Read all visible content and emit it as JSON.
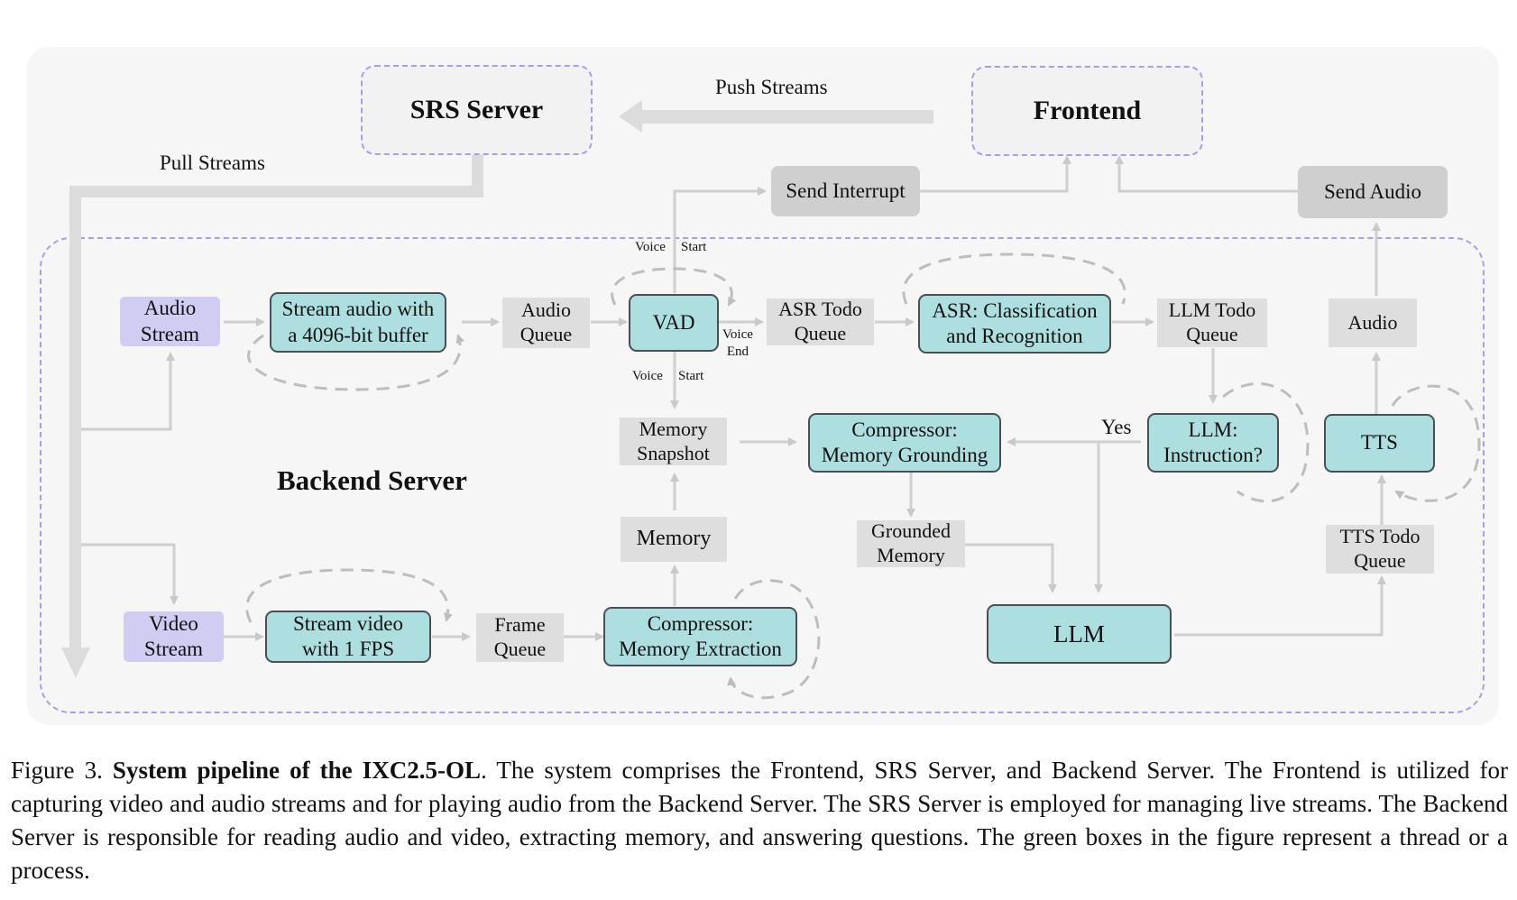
{
  "diagram": {
    "srs_server": "SRS Server",
    "frontend": "Frontend",
    "backend_server": "Backend Server",
    "push_streams": "Push Streams",
    "pull_streams": "Pull Streams",
    "send_interrupt": "Send Interrupt",
    "send_audio": "Send Audio",
    "audio_stream": "Audio\nStream",
    "video_stream": "Video\nStream",
    "stream_audio": "Stream audio with\na 4096-bit buffer",
    "stream_video": "Stream video\nwith 1 FPS",
    "audio_queue": "Audio\nQueue",
    "frame_queue": "Frame\nQueue",
    "vad": "VAD",
    "asr_todo_queue": "ASR Todo\nQueue",
    "asr": "ASR: Classification\nand Recognition",
    "llm_todo_queue": "LLM Todo\nQueue",
    "audio": "Audio",
    "memory_snapshot": "Memory\nSnapshot",
    "compressor_grounding": "Compressor:\nMemory Grounding",
    "llm_instruction": "LLM:\nInstruction?",
    "tts": "TTS",
    "memory": "Memory",
    "grounded_memory": "Grounded\nMemory",
    "tts_todo_queue": "TTS Todo\nQueue",
    "compressor_extraction": "Compressor:\nMemory Extraction",
    "llm": "LLM",
    "voice_start_top_a": "Voice",
    "voice_start_top_b": "Start",
    "voice_start_mid_a": "Voice",
    "voice_start_mid_b": "Start",
    "voice_end": "Voice\nEnd",
    "yes": "Yes"
  },
  "caption": {
    "figure_label": "Figure 3.",
    "title": "System pipeline of the IXC2.5-OL",
    "text": ". The system comprises the Frontend, SRS Server, and Backend Server.  The Frontend is utilized for capturing video and audio streams and for playing audio from the Backend Server. The SRS Server is employed for managing live streams.  The Backend Server is responsible for reading audio and video, extracting memory, and answering questions.  The green boxes in the figure represent a thread or a process."
  },
  "colors": {
    "teal_node": "#aedfe0",
    "lavender_node": "#d0cdf2",
    "gray_queue": "#dedede",
    "dashed_border": "#a79fe6",
    "arrow": "#cfcfcf"
  }
}
